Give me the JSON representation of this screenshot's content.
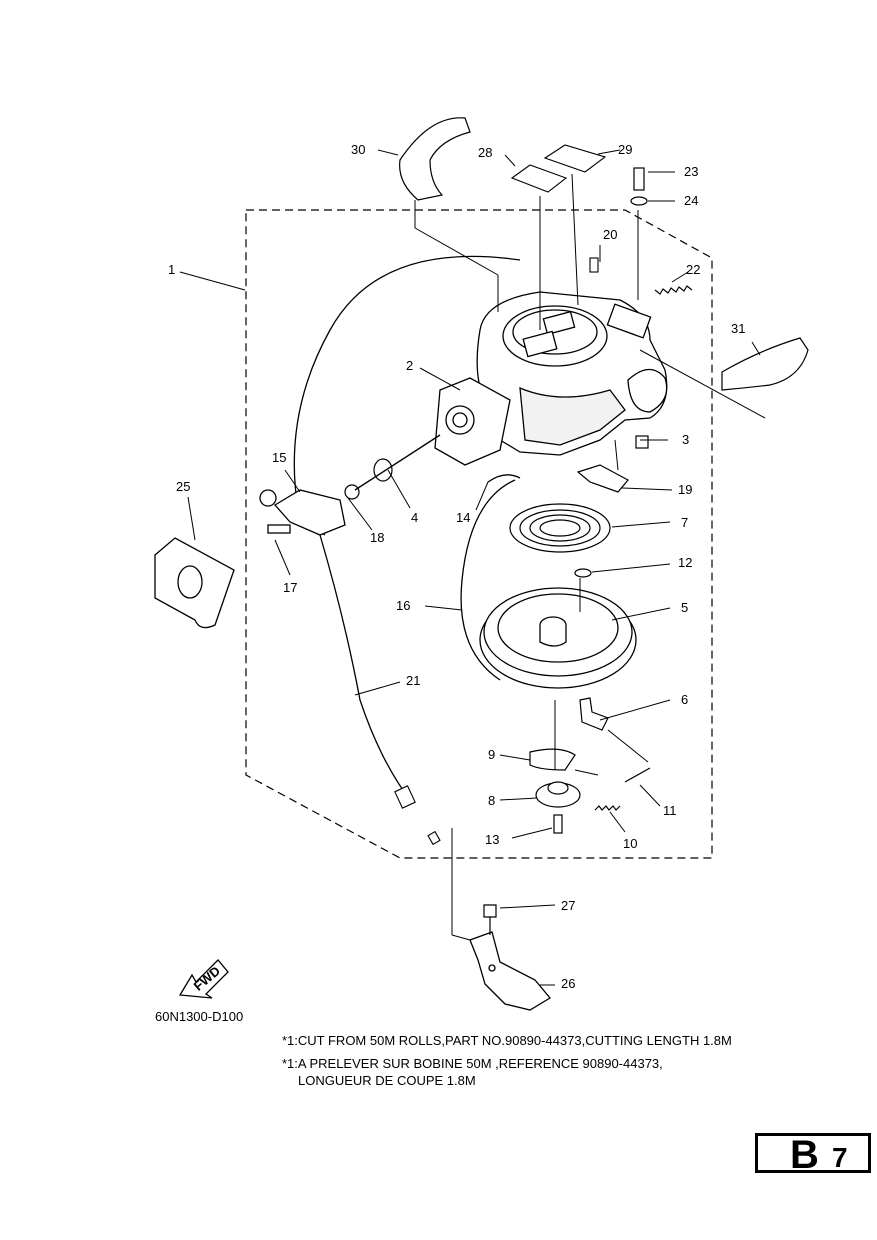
{
  "callouts": [
    "1",
    "2",
    "3",
    "4",
    "5",
    "6",
    "7",
    "8",
    "9",
    "10",
    "11",
    "12",
    "13",
    "14",
    "15",
    "16",
    "17",
    "18",
    "19",
    "20",
    "21",
    "22",
    "23",
    "24",
    "25",
    "26",
    "27",
    "28",
    "29",
    "30",
    "31"
  ],
  "fwd_label": "FWD",
  "drawing_code": "60N1300-D100",
  "notes": [
    "*1:CUT FROM 50M ROLLS,PART NO.90890-44373,CUTTING LENGTH 1.8M",
    "*1:A PRELEVER SUR BOBINE 50M ,REFERENCE 90890-44373,",
    "LONGUEUR DE COUPE 1.8M"
  ],
  "page_label": {
    "letter": "B",
    "number": "7"
  }
}
